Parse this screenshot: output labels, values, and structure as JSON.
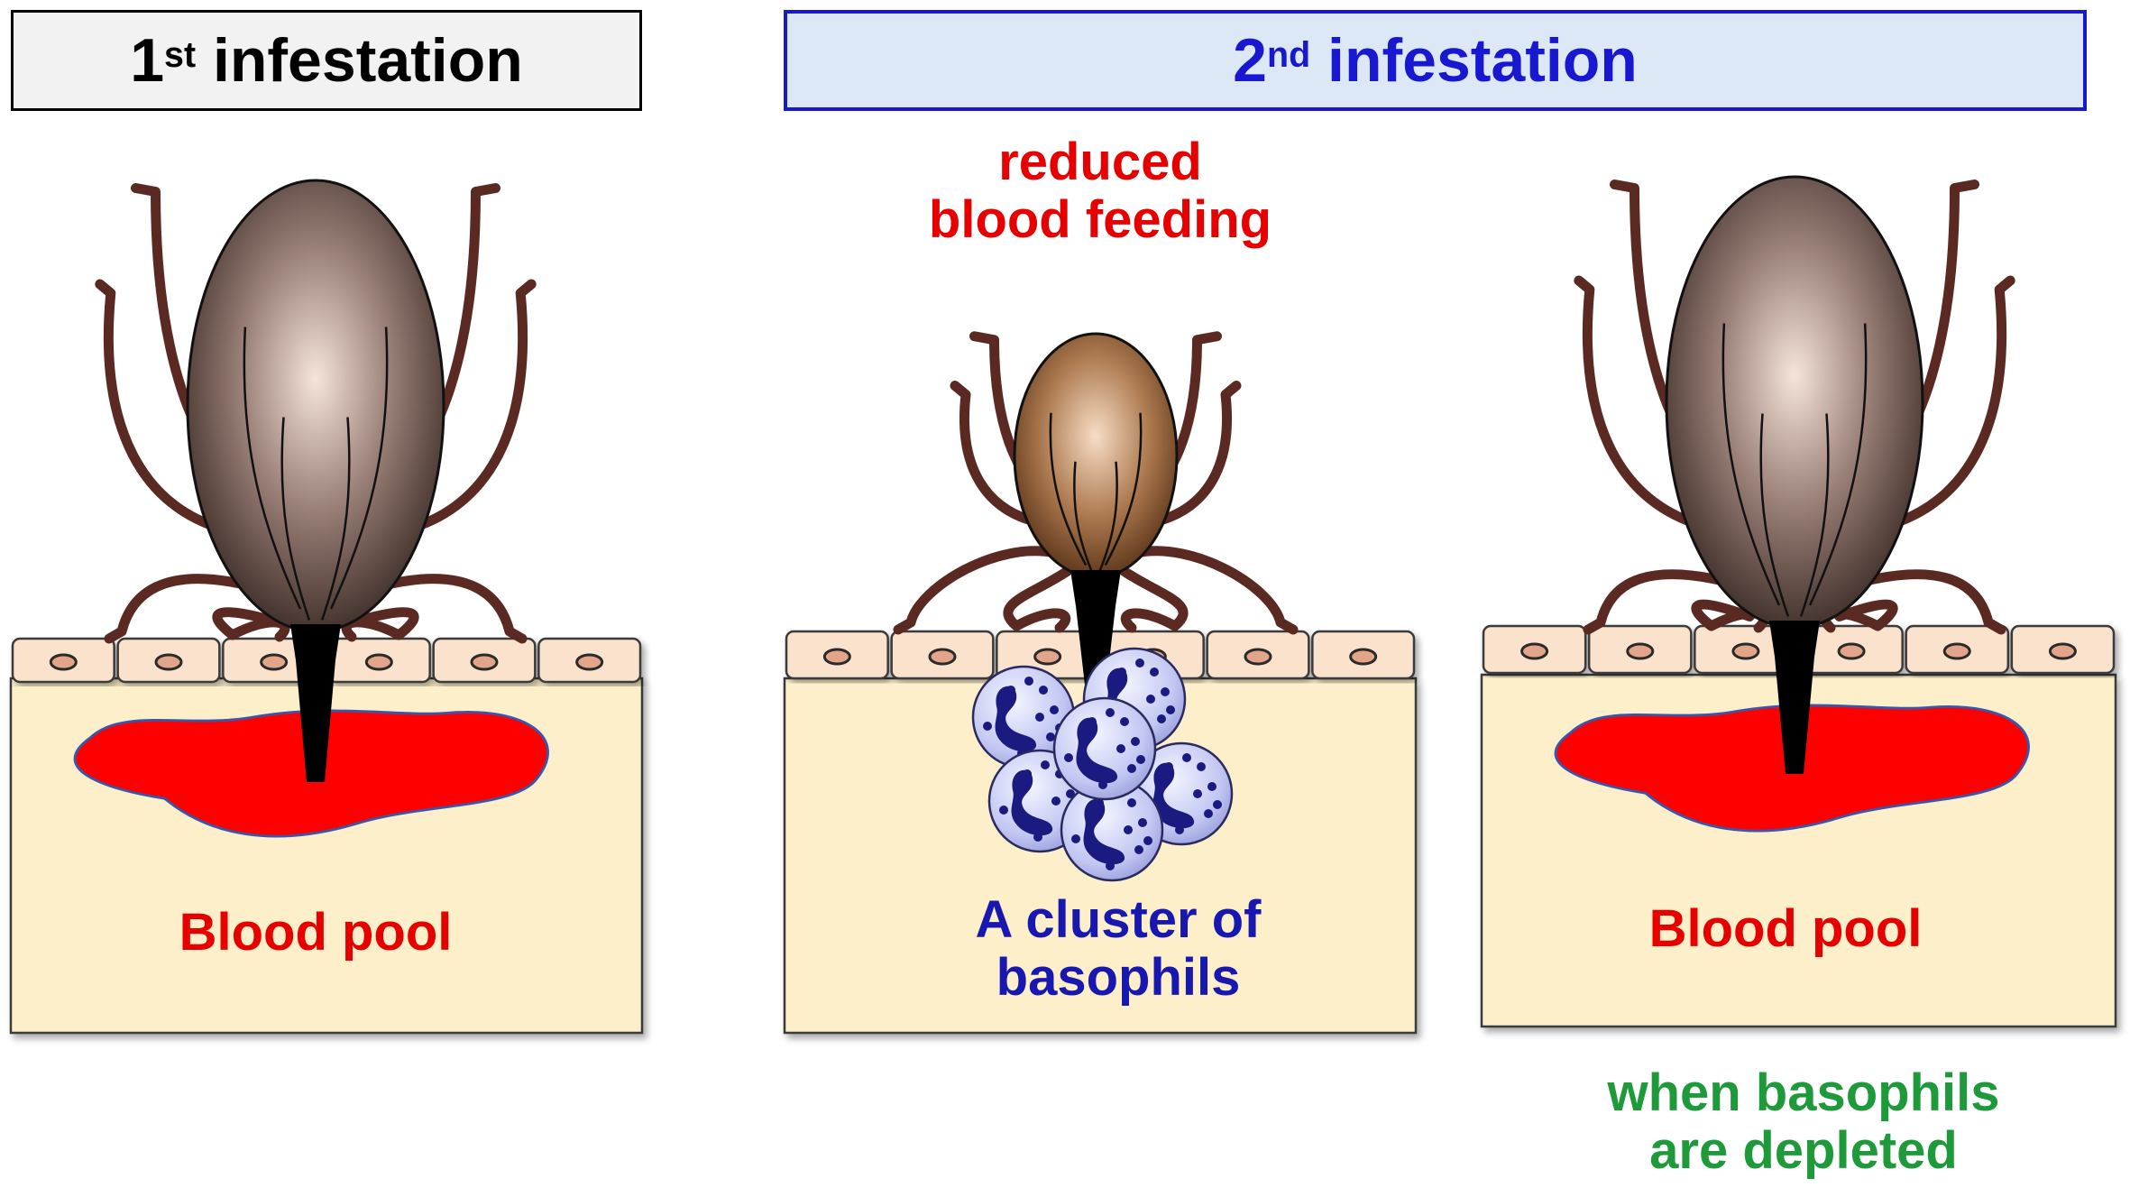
{
  "headers": {
    "first": {
      "num": "1",
      "sup": "st",
      "rest": " infestation"
    },
    "second": {
      "num": "2",
      "sup": "nd",
      "rest": " infestation"
    }
  },
  "labels": {
    "blood_pool_left": "Blood pool",
    "reduced_line1": "reduced",
    "reduced_line2": "blood feeding",
    "cluster_line1": "A cluster of",
    "cluster_line2": "basophils",
    "blood_pool_right": "Blood pool",
    "depleted_line1": "when basophils",
    "depleted_line2": "are depleted"
  },
  "colors": {
    "header_first_bg": "#f2f2f2",
    "header_second_bg": "#dde8f7",
    "header_second_text": "#1818d0",
    "skin_tissue": "#fcefc9",
    "skin_cells": "#fbe2cd",
    "blood": "#ff0000",
    "tick_body_engorged": "#6e5a52",
    "tick_body_small": "#9c6a43",
    "tick_legs": "#5a2a22",
    "basophil": "#c9cdf5",
    "basophil_nucleus": "#1a1a80",
    "label_red": "#e60000",
    "label_blue": "#1818b0",
    "label_green": "#1f9a3b"
  },
  "icons": [
    "tick-icon",
    "skin-cell-icon",
    "basophil-icon",
    "blood-pool-icon"
  ]
}
